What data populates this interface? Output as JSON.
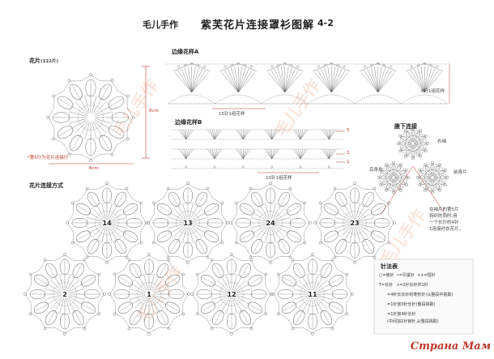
{
  "header": {
    "left_text": "毛儿手作",
    "title": "紫芙花片连接罩衫图解",
    "page_code": "4-2"
  },
  "motif": {
    "label": "花片",
    "count_note": "(122片)",
    "width_dim": "8cm",
    "height_dim": "8cm",
    "join_note": "*第5行为花片连接行"
  },
  "edge_a": {
    "label": "边缘花样A",
    "repeat_note": "15针1组花样",
    "side_note": "6行1组花样"
  },
  "edge_b": {
    "label": "边缘花样B",
    "repeat_note": "10针1组花样",
    "row_labels": [
      "5",
      "2",
      "1"
    ]
  },
  "underarm": {
    "label": "腋下连接",
    "right_sleeve": "右袖",
    "back_body": "后身片",
    "front_body": "前身片",
    "note_lines": [
      "在袖片的第5片",
      "钩织的同时,用",
      "一个长针的4针",
      "1连接衬衣花片。"
    ]
  },
  "join_method": {
    "label": "花片连接方式",
    "top_row": [
      "14",
      "13",
      "24",
      "23"
    ],
    "bottom_row": [
      "2",
      "1",
      "12",
      "11"
    ]
  },
  "legend": {
    "title": "针法表",
    "items": [
      "○=锁针",
      "•=引拔针",
      "+×=短针",
      "T=长针",
      "⅄=2针长针并1针",
      "=4针长长针的枣形针(从整段中挑取)",
      "=1针放3针长针(整段挑取)",
      "=1针放4针长针",
      "(中间加1针锁针,从整段挑取)"
    ]
  },
  "watermark": "毛儿手作",
  "site_brand": "Страна Мам"
}
